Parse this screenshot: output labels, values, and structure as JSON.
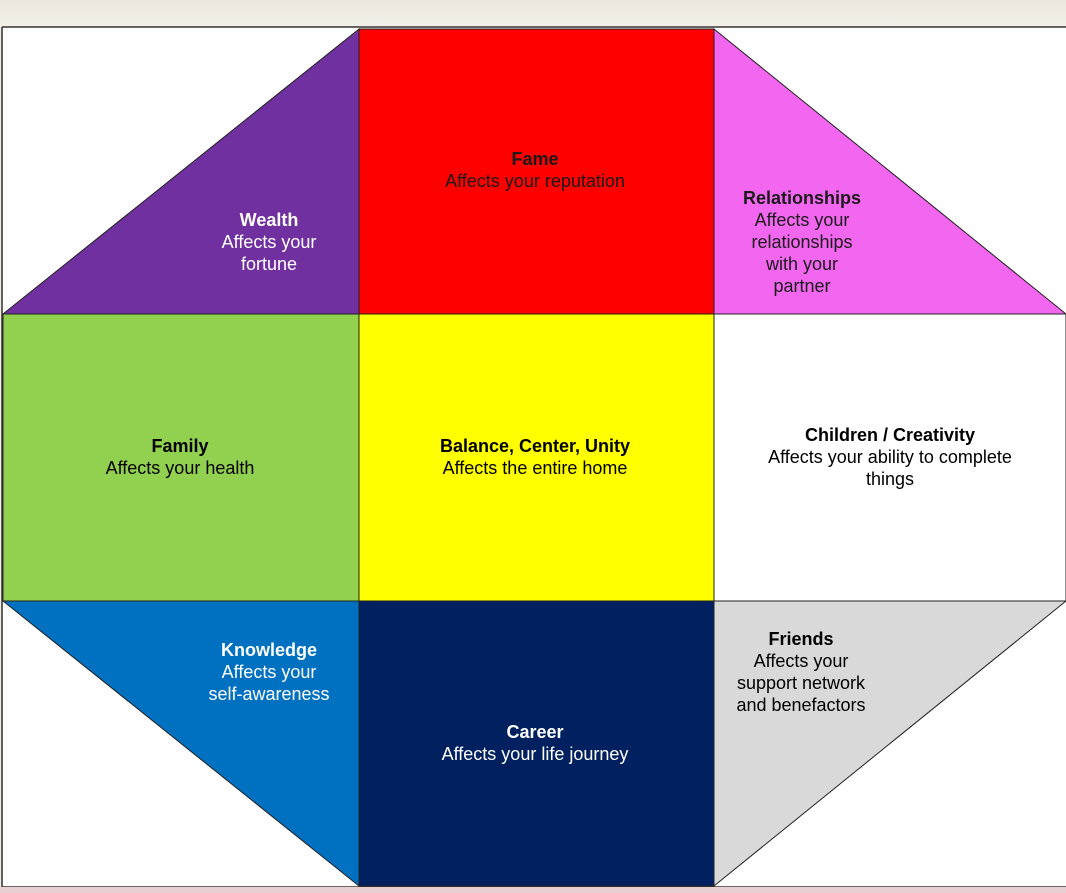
{
  "areas": {
    "wealth": {
      "title": "Wealth",
      "desc_lines": [
        "Affects your",
        "fortune"
      ],
      "color": "#7030a0",
      "text_color": "#ffffff"
    },
    "fame": {
      "title": "Fame",
      "desc_lines": [
        "Affects your reputation"
      ],
      "color": "#ff0000",
      "text_color": "#1a1a1a"
    },
    "relationships": {
      "title": "Relationships",
      "desc_lines": [
        "Affects your",
        "relationships",
        "with your",
        "partner"
      ],
      "color": "#f266f0",
      "text_color": "#1a1a1a"
    },
    "family": {
      "title": "Family",
      "desc_lines": [
        "Affects your health"
      ],
      "color": "#92d050",
      "text_color": "#000000"
    },
    "center": {
      "title": "Balance, Center, Unity",
      "desc_lines": [
        "Affects the entire home"
      ],
      "color": "#ffff00",
      "text_color": "#000000"
    },
    "children": {
      "title": "Children / Creativity",
      "desc_lines": [
        "Affects your ability to complete",
        "things"
      ],
      "color": "#ffffff",
      "text_color": "#000000"
    },
    "knowledge": {
      "title": "Knowledge",
      "desc_lines": [
        "Affects your",
        "self-awareness"
      ],
      "color": "#0070c0",
      "text_color": "#ffffff"
    },
    "career": {
      "title": "Career",
      "desc_lines": [
        "Affects your life journey"
      ],
      "color": "#002060",
      "text_color": "#ffffff"
    },
    "friends": {
      "title": "Friends",
      "desc_lines": [
        "Affects your",
        "support network",
        "and benefactors"
      ],
      "color": "#d9d9d9",
      "text_color": "#000000"
    }
  }
}
